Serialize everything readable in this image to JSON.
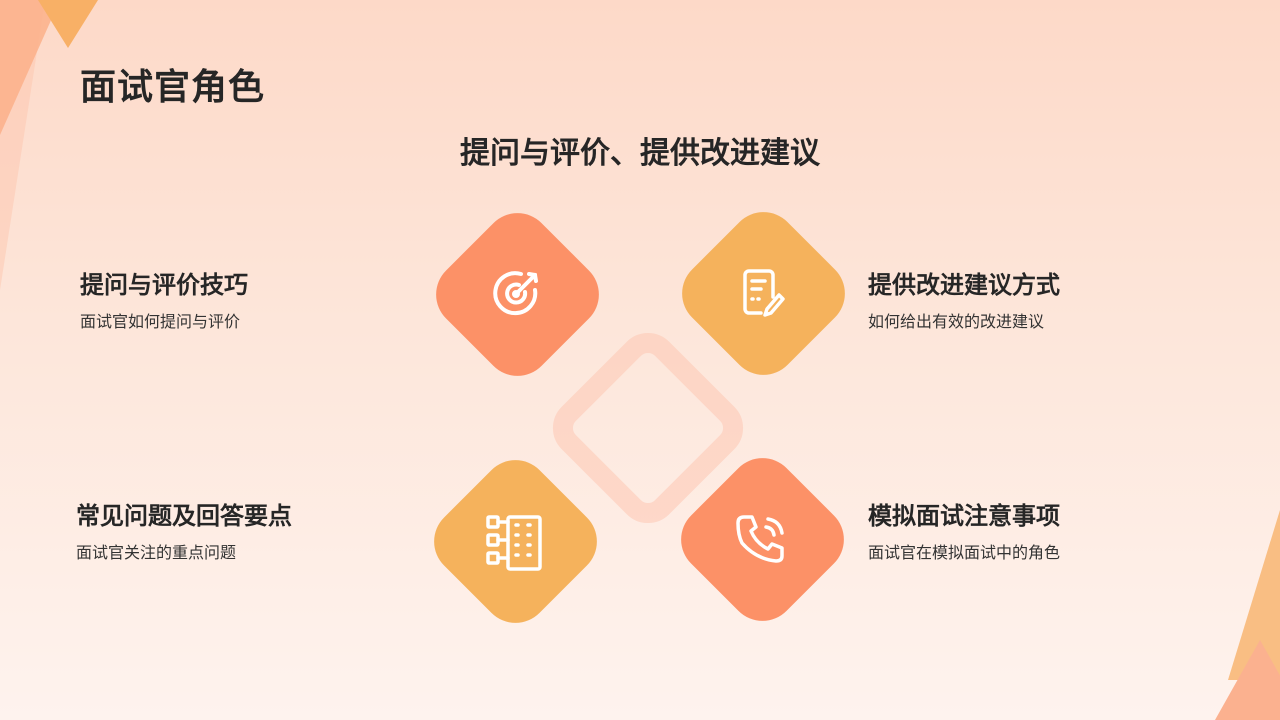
{
  "slide": {
    "title": "面试官角色",
    "subtitle": "提问与评价、提供改进建议"
  },
  "items": [
    {
      "title": "提问与评价技巧",
      "desc": "面试官如何提问与评价",
      "icon": "target-icon",
      "color": "#fc9167"
    },
    {
      "title": "提供改进建议方式",
      "desc": "如何给出有效的改进建议",
      "icon": "document-edit-icon",
      "color": "#f5b25c"
    },
    {
      "title": "常见问题及回答要点",
      "desc": "面试官关注的重点问题",
      "icon": "building-icon",
      "color": "#f5b25c"
    },
    {
      "title": "模拟面试注意事项",
      "desc": "面试官在模拟面试中的角色",
      "icon": "phone-call-icon",
      "color": "#fc9167"
    }
  ],
  "colors": {
    "accent_orange": "#fc9167",
    "accent_yellow": "#f5b25c",
    "text": "#262626"
  }
}
